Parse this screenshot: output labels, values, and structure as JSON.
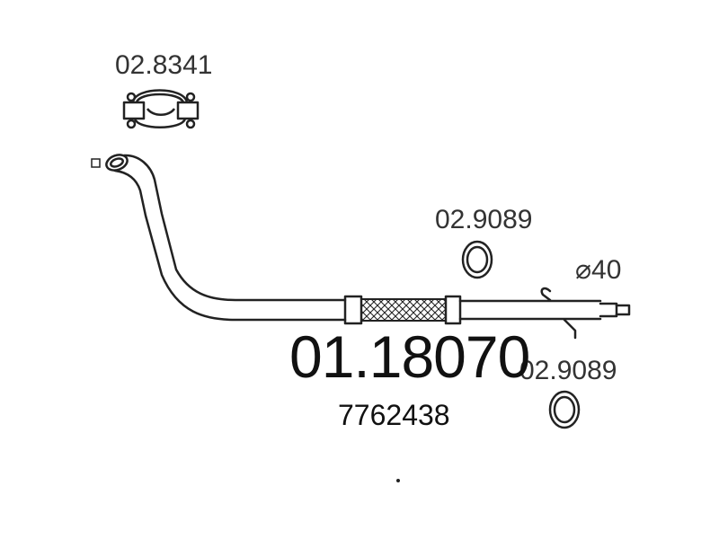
{
  "labels": {
    "clamp_code": "02.8341",
    "gasket_upper_code": "02.9089",
    "gasket_lower_code": "02.9089",
    "diameter": "⌀40",
    "part_number": "01.18070",
    "oem_number": "7762438"
  },
  "colors": {
    "line": "#222222",
    "background": "#ffffff"
  },
  "icons": [
    "clamp-icon",
    "gasket-ring-icon",
    "flex-section-icon",
    "flange-square-icon"
  ]
}
